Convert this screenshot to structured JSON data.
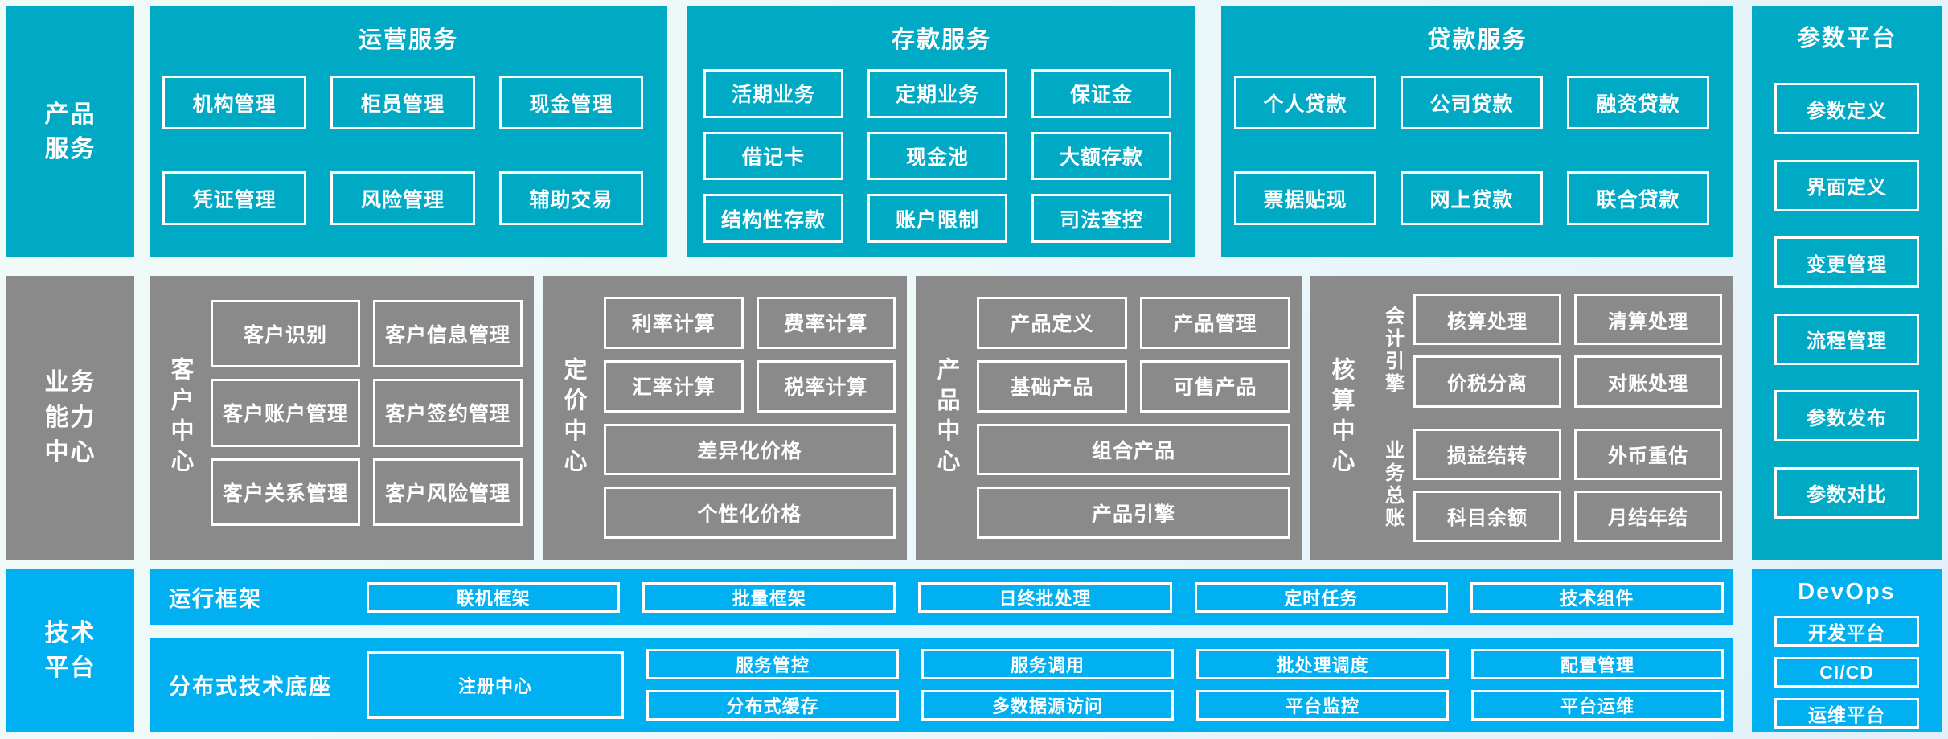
{
  "palette": {
    "teal": "#00a9c4",
    "gray": "#8a8a8a",
    "blue": "#00b0f0",
    "text": "#ffffff"
  },
  "product_services": {
    "label_lines": [
      "产品",
      "服务"
    ],
    "sections": [
      {
        "title": "运营服务",
        "items": [
          "机构管理",
          "柜员管理",
          "现金管理",
          "凭证管理",
          "风险管理",
          "辅助交易"
        ]
      },
      {
        "title": "存款服务",
        "items": [
          "活期业务",
          "定期业务",
          "保证金",
          "借记卡",
          "现金池",
          "大额存款",
          "结构性存款",
          "账户限制",
          "司法查控"
        ]
      },
      {
        "title": "贷款服务",
        "items": [
          "个人贷款",
          "公司贷款",
          "融资贷款",
          "票据贴现",
          "网上贷款",
          "联合贷款"
        ]
      }
    ]
  },
  "business_center": {
    "label_lines": [
      "业务",
      "能力",
      "中心"
    ],
    "customer": {
      "vertical_label": "客户中心",
      "items": [
        "客户识别",
        "客户信息管理",
        "客户账户管理",
        "客户签约管理",
        "客户关系管理",
        "客户风险管理"
      ]
    },
    "pricing": {
      "vertical_label": "定价中心",
      "small_items": [
        "利率计算",
        "费率计算",
        "汇率计算",
        "税率计算"
      ],
      "wide_items": [
        "差异化价格",
        "个性化价格"
      ]
    },
    "product": {
      "vertical_label": "产品中心",
      "small_items": [
        "产品定义",
        "产品管理",
        "基础产品",
        "可售产品"
      ],
      "wide_items": [
        "组合产品",
        "产品引擎"
      ]
    },
    "accounting": {
      "vertical_label": "核算中心",
      "groups": [
        {
          "vertical_label": "会计引擎",
          "items": [
            "核算处理",
            "清算处理",
            "价税分离",
            "对账处理"
          ]
        },
        {
          "vertical_label": "业务总账",
          "items": [
            "损益结转",
            "外币重估",
            "科目余额",
            "月结年结"
          ]
        }
      ]
    }
  },
  "parameter_platform": {
    "title": "参数平台",
    "items": [
      "参数定义",
      "界面定义",
      "变更管理",
      "流程管理",
      "参数发布",
      "参数对比"
    ]
  },
  "tech_platform": {
    "label_lines": [
      "技术",
      "平台"
    ],
    "runtime": {
      "label": "运行框架",
      "items": [
        "联机框架",
        "批量框架",
        "日终批处理",
        "定时任务",
        "技术组件"
      ]
    },
    "base": {
      "label": "分布式技术底座",
      "registry": "注册中心",
      "pairs": [
        [
          "服务管控",
          "分布式缓存"
        ],
        [
          "服务调用",
          "多数据源访问"
        ],
        [
          "批处理调度",
          "平台监控"
        ],
        [
          "配置管理",
          "平台运维"
        ]
      ]
    }
  },
  "devops": {
    "title": "DevOps",
    "items": [
      "开发平台",
      "CI/CD",
      "运维平台"
    ]
  }
}
